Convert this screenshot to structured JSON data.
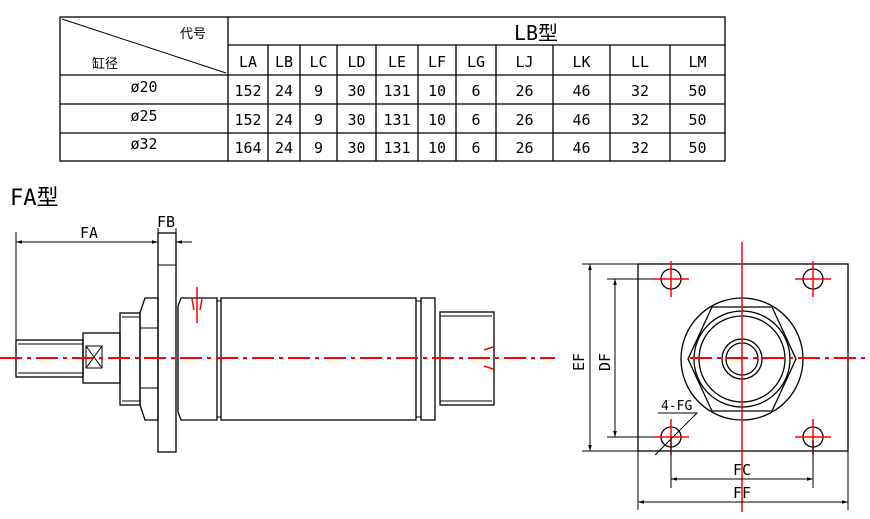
{
  "table": {
    "corner_top": "代号",
    "corner_bottom": "缸径",
    "group_title": "LB型",
    "columns": [
      "LA",
      "LB",
      "LC",
      "LD",
      "LE",
      "LF",
      "LG",
      "LJ",
      "LK",
      "LL",
      "LM"
    ],
    "rows": [
      {
        "bore": "ø20",
        "values": [
          "152",
          "24",
          "9",
          "30",
          "131",
          "10",
          "6",
          "26",
          "46",
          "32",
          "50"
        ]
      },
      {
        "bore": "ø25",
        "values": [
          "152",
          "24",
          "9",
          "30",
          "131",
          "10",
          "6",
          "26",
          "46",
          "32",
          "50"
        ]
      },
      {
        "bore": "ø32",
        "values": [
          "164",
          "24",
          "9",
          "30",
          "131",
          "10",
          "6",
          "26",
          "46",
          "32",
          "50"
        ]
      }
    ]
  },
  "side_view": {
    "title": "FA型",
    "dim_fa": "FA",
    "dim_fb": "FB"
  },
  "front_view": {
    "dim_ef": "EF",
    "dim_df": "DF",
    "dim_fg": "4-FG",
    "dim_fc": "FC",
    "dim_ff": "FF"
  },
  "colors": {
    "line": "#000000",
    "centerline": "#ff0000"
  }
}
